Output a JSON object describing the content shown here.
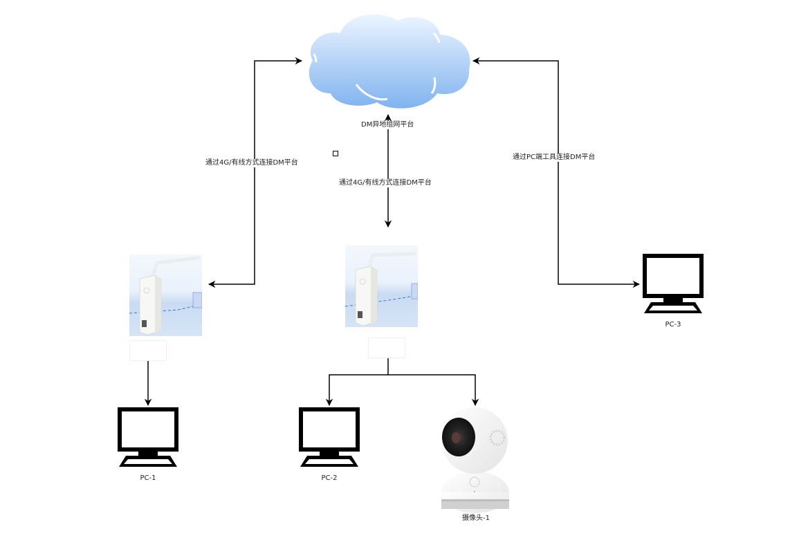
{
  "diagram": {
    "cloud": {
      "label": "DM异地组网平台",
      "icon": "cloud-icon"
    },
    "edges": [
      {
        "id": "gateway1-cloud",
        "label": "通过4G/有线方式连接DM平台",
        "direction": "bidirectional"
      },
      {
        "id": "gateway2-cloud",
        "label": "通过4G/有线方式连接DM平台",
        "direction": "bidirectional"
      },
      {
        "id": "pc3-cloud",
        "label": "通过PC端工具连接DM平台",
        "direction": "bidirectional"
      },
      {
        "id": "gateway1-pc1",
        "label": "",
        "direction": "bidirectional"
      },
      {
        "id": "gateway2-pc2-camera1",
        "label": "",
        "direction": "fan-out"
      }
    ],
    "nodes": [
      {
        "id": "gateway-1",
        "label": "",
        "icon": "4g-gateway-icon"
      },
      {
        "id": "gateway-2",
        "label": "",
        "icon": "4g-gateway-icon"
      },
      {
        "id": "pc-1",
        "label": "PC-1",
        "icon": "computer-icon"
      },
      {
        "id": "pc-2",
        "label": "PC-2",
        "icon": "computer-icon"
      },
      {
        "id": "pc-3",
        "label": "PC-3",
        "icon": "computer-icon"
      },
      {
        "id": "camera-1",
        "label": "摄像头-1",
        "icon": "camera-icon"
      }
    ],
    "colors": {
      "cloud_top": "#eaf4ff",
      "cloud_bottom": "#7fb2ee",
      "line": "#000000",
      "monitor": "#000000"
    }
  }
}
